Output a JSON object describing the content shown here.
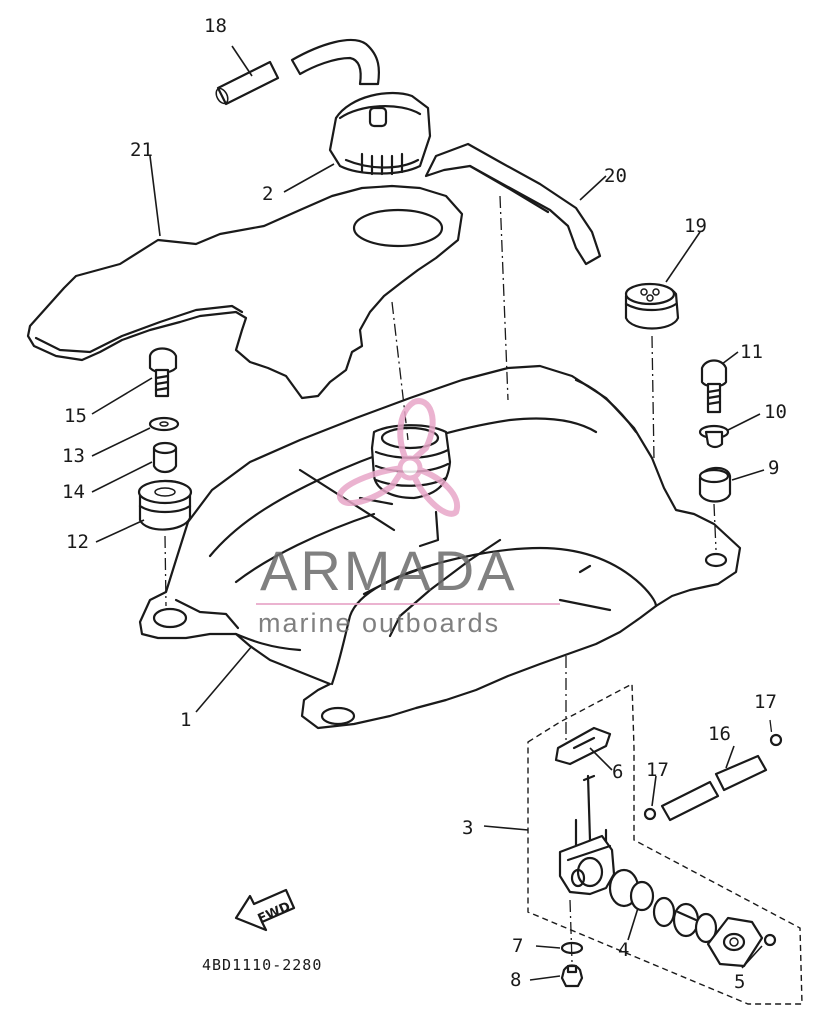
{
  "callouts": [
    {
      "id": "c1",
      "label": "1"
    },
    {
      "id": "c2",
      "label": "2"
    },
    {
      "id": "c3",
      "label": "3"
    },
    {
      "id": "c4",
      "label": "4"
    },
    {
      "id": "c5",
      "label": "5"
    },
    {
      "id": "c6",
      "label": "6"
    },
    {
      "id": "c7",
      "label": "7"
    },
    {
      "id": "c8",
      "label": "8"
    },
    {
      "id": "c9",
      "label": "9"
    },
    {
      "id": "c10",
      "label": "10"
    },
    {
      "id": "c11",
      "label": "11"
    },
    {
      "id": "c12",
      "label": "12"
    },
    {
      "id": "c13",
      "label": "13"
    },
    {
      "id": "c14",
      "label": "14"
    },
    {
      "id": "c15",
      "label": "15"
    },
    {
      "id": "c16",
      "label": "16"
    },
    {
      "id": "c17a",
      "label": "17"
    },
    {
      "id": "c17b",
      "label": "17"
    },
    {
      "id": "c18",
      "label": "18"
    },
    {
      "id": "c19",
      "label": "19"
    },
    {
      "id": "c20",
      "label": "20"
    },
    {
      "id": "c21",
      "label": "21"
    }
  ],
  "drawing_code": "4BD1110-2280",
  "direction_label": "FWD",
  "watermark": {
    "title": "ARMADA",
    "subtitle": "marine outboards",
    "title_color": "#6b6b6b",
    "accent_color": "#e8a6c8"
  },
  "colors": {
    "line": "#1a1a1a",
    "background": "#ffffff"
  }
}
